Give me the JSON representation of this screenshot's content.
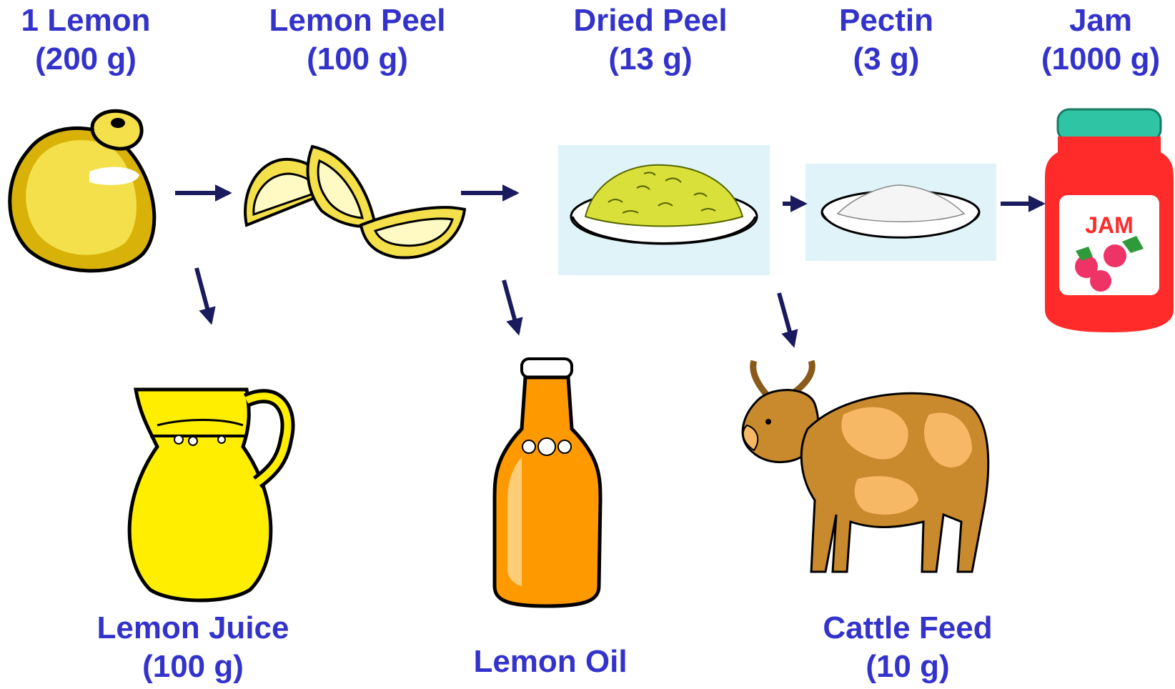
{
  "colors": {
    "label": "#3333cc",
    "arrow": "#1a1a5e",
    "panel": "#dff3f8",
    "lemon": "#f2d60a",
    "juice": "#ffee00",
    "oil": "#ff9900",
    "jam_jar": "#ff2a2a",
    "jam_lid": "#2ec4a4",
    "cow": "#c98a2e",
    "cow_spots": "#f6b865"
  },
  "nodes": {
    "lemon": {
      "name": "1 Lemon",
      "amount": "(200 g)",
      "icon": "lemon-icon"
    },
    "peel": {
      "name": "Lemon Peel",
      "amount": "(100 g)",
      "icon": "lemon-peel-icon"
    },
    "dried_peel": {
      "name": "Dried Peel",
      "amount": "(13 g)",
      "icon": "dried-peel-dish-icon"
    },
    "pectin": {
      "name": "Pectin",
      "amount": "(3 g)",
      "icon": "pectin-dish-icon"
    },
    "jam": {
      "name": "Jam",
      "amount": "(1000 g)",
      "icon": "jam-jar-icon",
      "jar_label": "JAM"
    },
    "juice": {
      "name": "Lemon Juice",
      "amount": "(100 g)",
      "icon": "juice-pitcher-icon"
    },
    "oil": {
      "name": "Lemon Oil",
      "icon": "oil-bottle-icon"
    },
    "cattle_feed": {
      "name": "Cattle Feed",
      "amount": "(10 g)",
      "icon": "cow-icon"
    }
  }
}
